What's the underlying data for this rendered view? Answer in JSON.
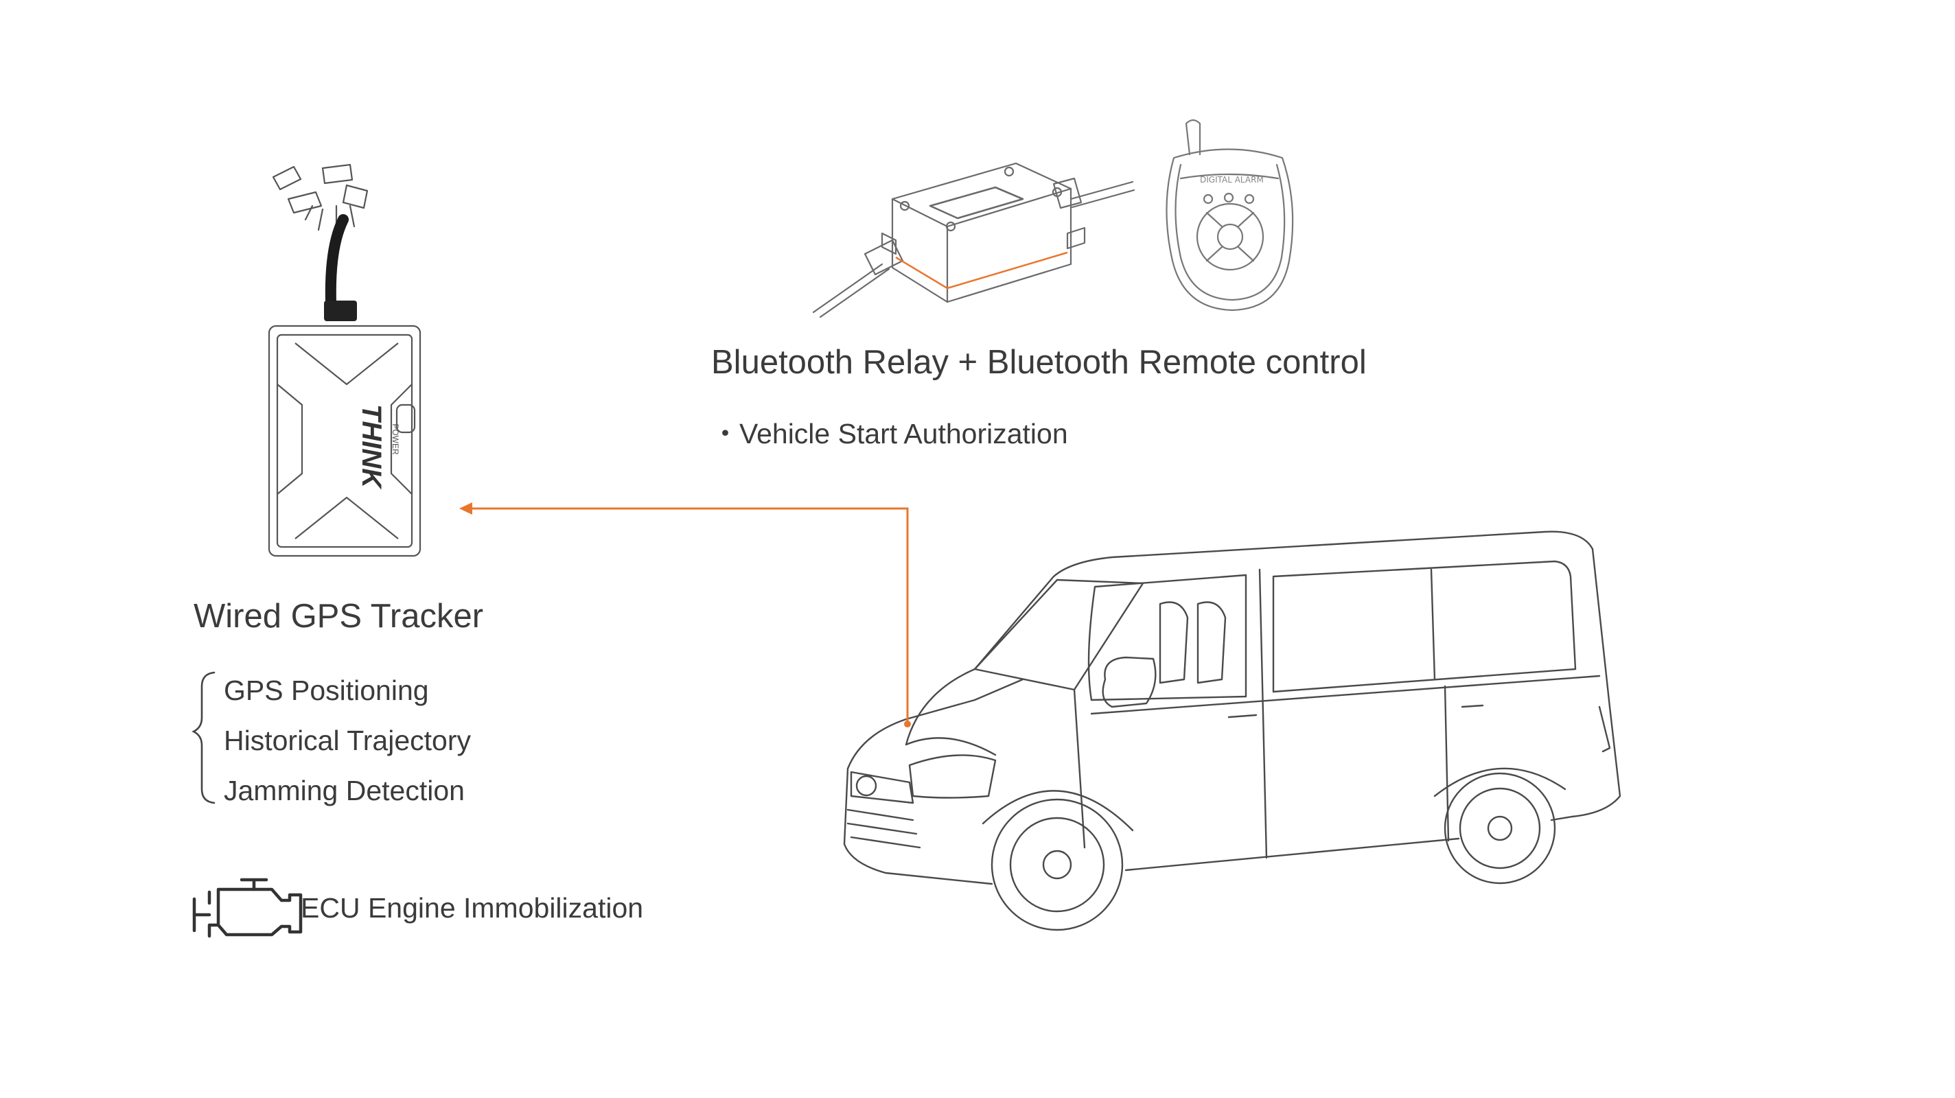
{
  "relay": {
    "title": "Bluetooth Relay + Bluetooth Remote control",
    "feature": "・Vehicle Start Authorization",
    "remote_device_text": "DIGITAL ALARM"
  },
  "tracker": {
    "title": "Wired GPS Tracker",
    "brand": "THINK",
    "brand_sub": "POWER",
    "features": [
      "GPS Positioning",
      "Historical Trajectory",
      "Jamming Detection"
    ]
  },
  "ecu": {
    "label": "ECU Engine Immobilization",
    "icon": "engine-icon"
  },
  "colors": {
    "accent": "#e8772e",
    "text": "#3b3b3b",
    "sketch": "#555555"
  }
}
